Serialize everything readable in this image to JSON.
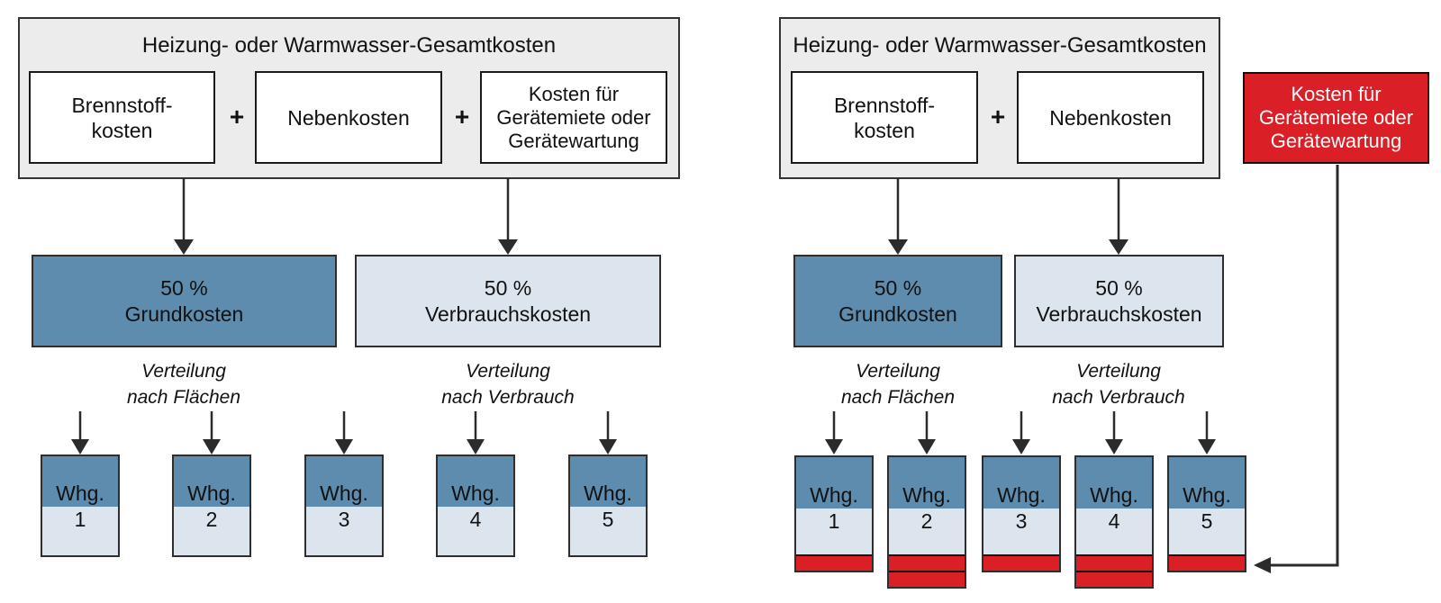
{
  "colors": {
    "canvas_bg": "#ffffff",
    "container_fill": "#ececec",
    "container_border": "#333333",
    "white_box_fill": "#ffffff",
    "box_border": "#1a1a1a",
    "dark_blue": "#5e8cae",
    "light_blue": "#dce5ee",
    "red": "#da1f26",
    "arrow": "#2b2b2b",
    "text": "#111111",
    "text_on_red": "#ffffff"
  },
  "left_diagram": {
    "title": "Heizung- oder Warmwasser-Gesamtkosten",
    "plus": "+",
    "cost_components": [
      {
        "label": "Brennstoff-\nkosten"
      },
      {
        "label": "Nebenkosten"
      },
      {
        "label": "Kosten für\nGerätemiete oder\nGerätewartung"
      }
    ],
    "split_boxes": [
      {
        "label": "50 %\nGrundkosten",
        "style": "dark_blue"
      },
      {
        "label": "50 %\nVerbrauchskosten",
        "style": "light_blue"
      }
    ],
    "distribution_labels": [
      {
        "label": "Verteilung\nnach Flächen"
      },
      {
        "label": "Verteilung\nnach Verbrauch"
      }
    ],
    "apartments": [
      {
        "name": "Whg.",
        "number": "1"
      },
      {
        "name": "Whg.",
        "number": "2"
      },
      {
        "name": "Whg.",
        "number": "3"
      },
      {
        "name": "Whg.",
        "number": "4"
      },
      {
        "name": "Whg.",
        "number": "5"
      }
    ]
  },
  "right_diagram": {
    "title": "Heizung- oder Warmwasser-Gesamtkosten",
    "plus": "+",
    "cost_components": [
      {
        "label": "Brennstoff-\nkosten"
      },
      {
        "label": "Nebenkosten"
      }
    ],
    "excluded_cost_box": {
      "label": "Kosten für\nGerätemiete oder\nGerätewartung",
      "style": "red"
    },
    "split_boxes": [
      {
        "label": "50 %\nGrundkosten",
        "style": "dark_blue"
      },
      {
        "label": "50 %\nVerbrauchskosten",
        "style": "light_blue"
      }
    ],
    "distribution_labels": [
      {
        "label": "Verteilung\nnach Flächen"
      },
      {
        "label": "Verteilung\nnach Verbrauch"
      }
    ],
    "apartments": [
      {
        "name": "Whg.",
        "number": "1",
        "red_cost_strips": 1
      },
      {
        "name": "Whg.",
        "number": "2",
        "red_cost_strips": 2
      },
      {
        "name": "Whg.",
        "number": "3",
        "red_cost_strips": 1
      },
      {
        "name": "Whg.",
        "number": "4",
        "red_cost_strips": 2
      },
      {
        "name": "Whg.",
        "number": "5",
        "red_cost_strips": 1
      }
    ]
  }
}
